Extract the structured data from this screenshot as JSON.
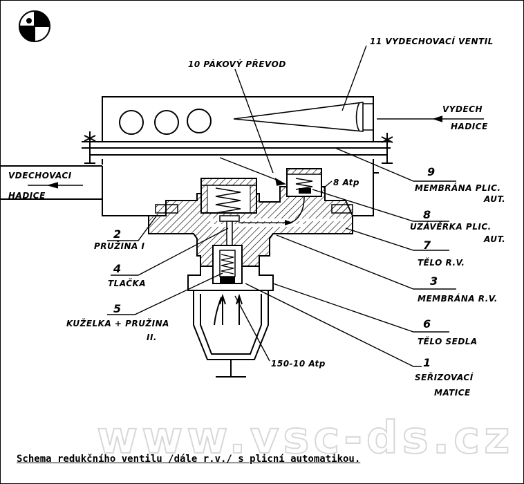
{
  "labels": {
    "l11": "11 VYDECHOVACÍ VENTIL",
    "l10": "10 PÁKOVÝ PŘEVOD",
    "vydech": "VYDECH",
    "hadice_right": "HADICE",
    "vdechovaci": "VDECHOVACI",
    "hadice_left": "HADICE",
    "atp8": "8 Atp",
    "n9": "9",
    "t9a": "MEMBRÁNA PLIC.",
    "t9b": "AUT.",
    "n8": "8",
    "t8a": "UZÁVĚRKA PLIC.",
    "t8b": "AUT.",
    "n7": "7",
    "t7": "TĚLO R.V.",
    "n3": "3",
    "t3": "MEMBRÁNA R.V.",
    "n6": "6",
    "t6": "TĚLO SEDLA",
    "n1": "1",
    "t1a": "SEŘIZOVACÍ",
    "t1b": "MATICE",
    "n2": "2",
    "t2": "PRUŽINA I",
    "n4": "4",
    "t4": "TLAČKA",
    "n5": "5",
    "t5a": "KUŽELKA + PRUŽINA",
    "t5b": "II.",
    "atp150": "150-10 Atp"
  },
  "caption": "Schema redukčního ventilu /dále r.v./ s plicní automatikou.",
  "watermark": "www.vsc-ds.cz"
}
